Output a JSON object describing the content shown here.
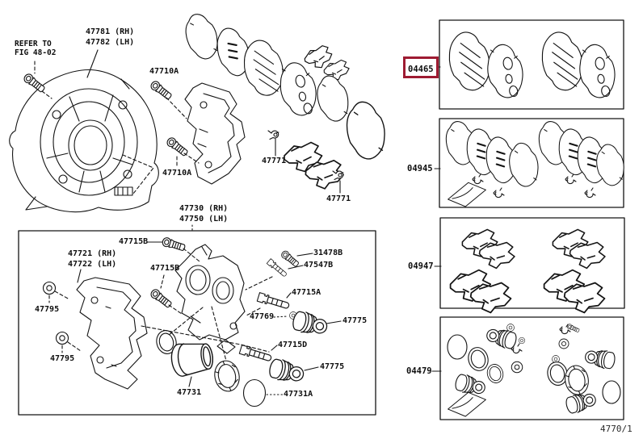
{
  "note": {
    "line1": "REFER TO",
    "line2": "FIG 48-02"
  },
  "labels": [
    {
      "text": "47781 (RH)"
    },
    {
      "text": "47782 (LH)"
    },
    {
      "text": "47710A"
    },
    {
      "text": "47710A"
    },
    {
      "text": "47771"
    },
    {
      "text": "47771"
    },
    {
      "text": "47730 (RH)"
    },
    {
      "text": "47750 (LH)"
    },
    {
      "text": "47721 (RH)"
    },
    {
      "text": "47722 (LH)"
    },
    {
      "text": "47715B"
    },
    {
      "text": "47715B"
    },
    {
      "text": "47795"
    },
    {
      "text": "47795"
    },
    {
      "text": "31478B"
    },
    {
      "text": "47547B"
    },
    {
      "text": "47715A"
    },
    {
      "text": "47769"
    },
    {
      "text": "47775"
    },
    {
      "text": "47715D"
    },
    {
      "text": "47775"
    },
    {
      "text": "47731"
    },
    {
      "text": "47731A"
    }
  ],
  "kits": [
    {
      "code": "04465",
      "selected": true
    },
    {
      "code": "04945",
      "selected": false
    },
    {
      "code": "04947",
      "selected": false
    },
    {
      "code": "04479",
      "selected": false
    }
  ],
  "page_code": "4770/1",
  "colors": {
    "highlight_box": "#9e1b32",
    "ink": "#141414",
    "background": "#ffffff"
  }
}
